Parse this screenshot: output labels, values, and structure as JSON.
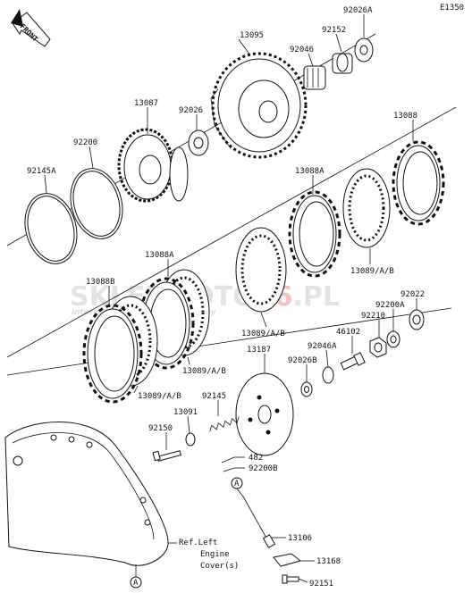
{
  "diagram_code": "E1350",
  "front_label": "FRONT",
  "watermark": {
    "brand_main": "SKLEPMOTO",
    "brand_num": "46",
    "brand_tld": ".PL",
    "tagline": "internetowy sklep motocyklowy"
  },
  "labels": {
    "p92026A": "92026A",
    "p13095": "13095",
    "p92046": "92046",
    "p92152": "92152",
    "p13087": "13087",
    "p92026": "92026",
    "p13088": "13088",
    "p92200": "92200",
    "p92145A": "92145A",
    "p13088A_1": "13088A",
    "p13089_1": "13089/A/B",
    "p13088A_2": "13088A",
    "p13088B": "13088B",
    "p13089_2": "13089/A/B",
    "p92022": "92022",
    "p92200A": "92200A",
    "p92210": "92210",
    "p13089_3": "13089/A/B",
    "p46102": "46102",
    "p13187": "13187",
    "p92046A": "92046A",
    "p92026B": "92026B",
    "p13089_4": "13089/A/B",
    "p92145": "92145",
    "p13091": "13091",
    "p92150": "92150",
    "p482": "482",
    "p92200B": "92200B",
    "p13106": "13106",
    "p13168": "13168",
    "p92151": "92151",
    "ref_line1": "Ref.Left",
    "ref_line2": "Engine",
    "ref_line3": "Cover(s)",
    "marker_a": "A"
  }
}
